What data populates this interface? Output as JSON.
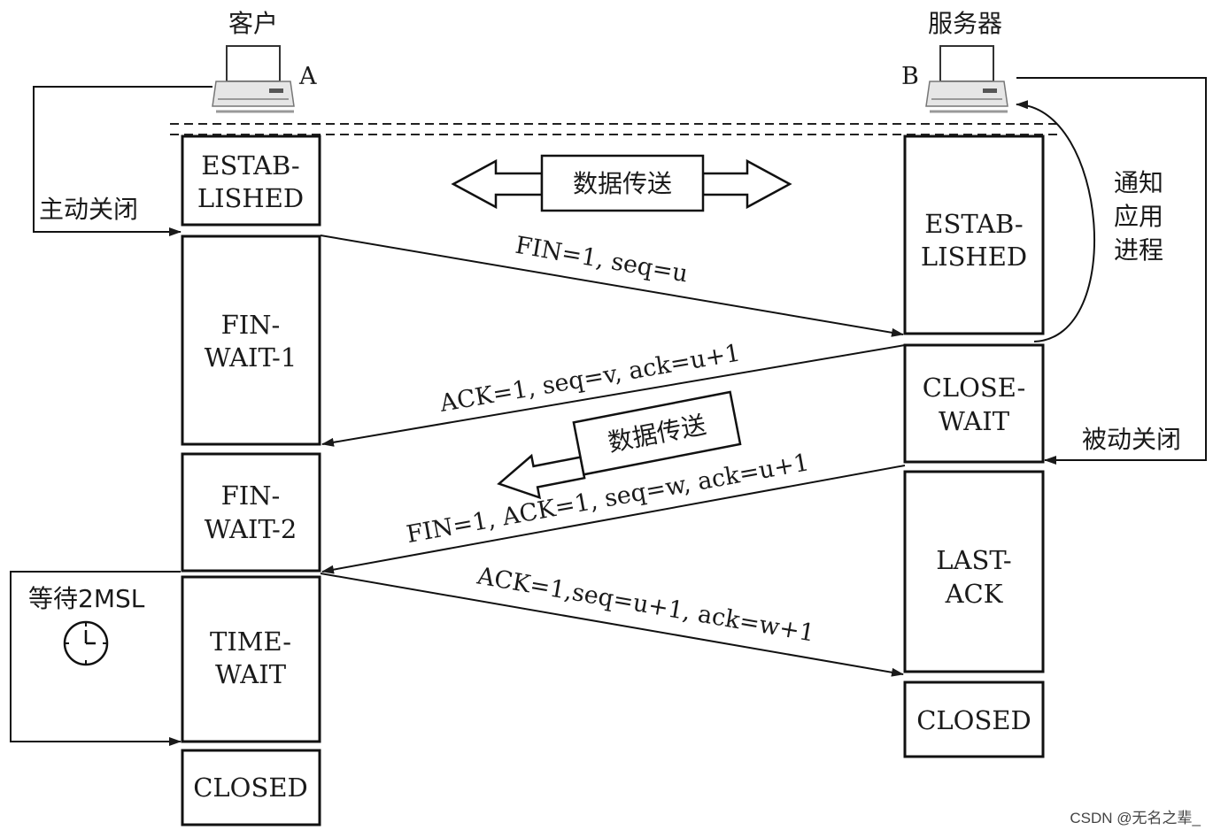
{
  "client": {
    "title": "客户",
    "host": "A"
  },
  "server": {
    "title": "服务器",
    "host": "B"
  },
  "client_states": [
    {
      "line1": "ESTAB-",
      "line2": "LISHED"
    },
    {
      "line1": "FIN-",
      "line2": "WAIT-1"
    },
    {
      "line1": "FIN-",
      "line2": "WAIT-2"
    },
    {
      "line1": "TIME-",
      "line2": "WAIT"
    },
    {
      "line1": "CLOSED",
      "line2": ""
    }
  ],
  "server_states": [
    {
      "line1": "ESTAB-",
      "line2": "LISHED"
    },
    {
      "line1": "CLOSE-",
      "line2": "WAIT"
    },
    {
      "line1": "LAST-",
      "line2": "ACK"
    },
    {
      "line1": "CLOSED",
      "line2": ""
    }
  ],
  "messages": {
    "fin1": "FIN=1, seq=u",
    "ack1": "ACK=1, seq=v, ack=u+1",
    "fin2": "FIN=1, ACK=1, seq=w, ack=u+1",
    "ack2": "ACK=1,seq=u+1, ack=w+1"
  },
  "labels": {
    "active_close": "主动关闭",
    "passive_close": "被动关闭",
    "notify_line1": "通知",
    "notify_line2": "应用",
    "notify_line3": "进程",
    "data_transfer": "数据传送",
    "data_transfer_one_way": "数据传送",
    "wait_2msl": "等待2MSL"
  },
  "icons": {
    "computer": "computer-icon",
    "clock": "clock-icon"
  },
  "watermark": "CSDN @无名之辈_"
}
